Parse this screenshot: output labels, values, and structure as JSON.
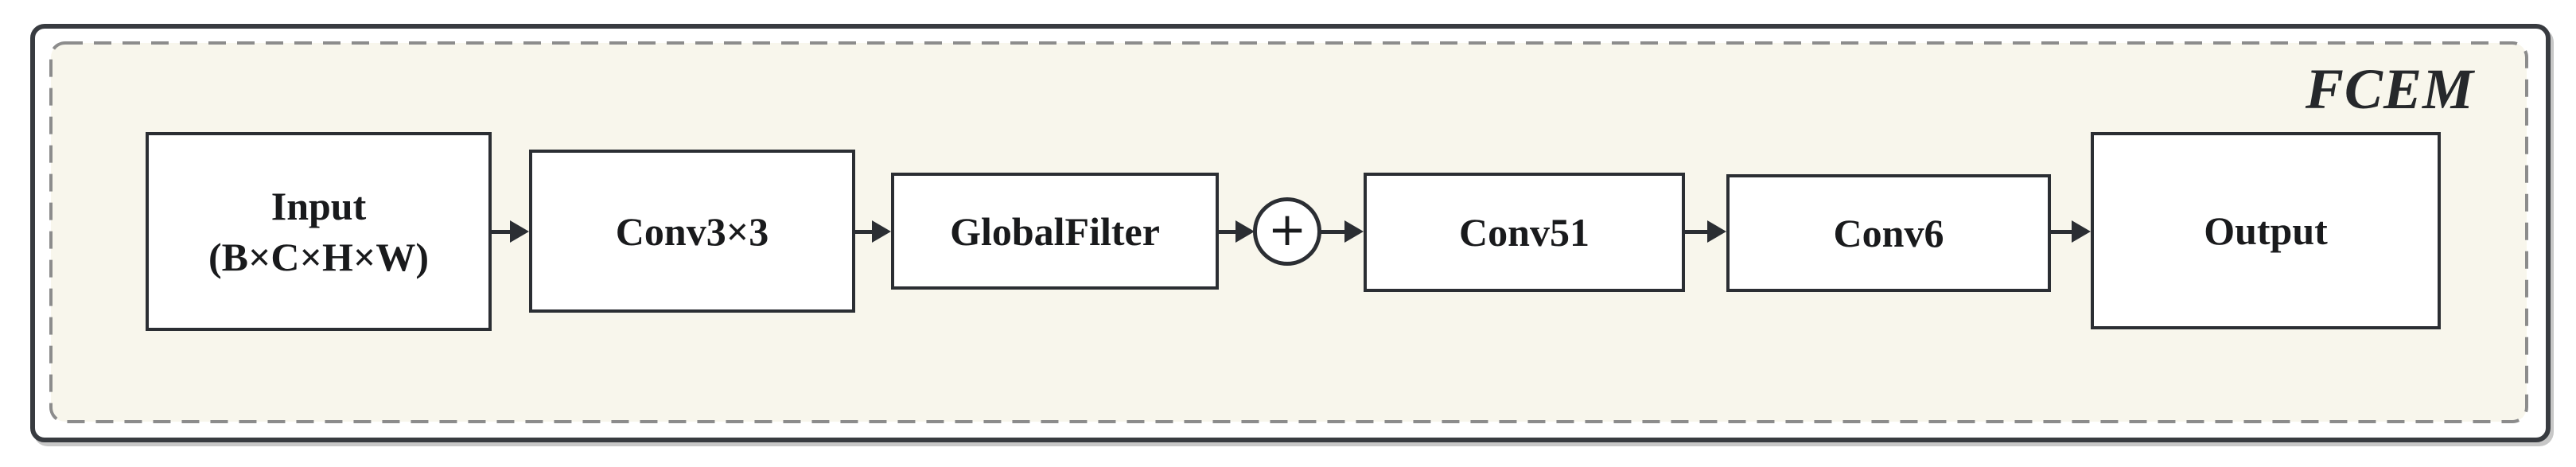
{
  "diagram": {
    "title": "FCEM",
    "nodes": [
      {
        "id": "input",
        "label": "Input",
        "sublabel": "(B×C×H×W)"
      },
      {
        "id": "conv3x3",
        "label": "Conv3×3"
      },
      {
        "id": "globalfilter",
        "label": "GlobalFilter"
      },
      {
        "id": "sum",
        "label": "+"
      },
      {
        "id": "conv51",
        "label": "Conv51"
      },
      {
        "id": "conv6",
        "label": "Conv6"
      },
      {
        "id": "output",
        "label": "Output"
      }
    ],
    "edges": [
      {
        "from": "input",
        "to": "conv3x3"
      },
      {
        "from": "conv3x3",
        "to": "globalfilter"
      },
      {
        "from": "globalfilter",
        "to": "sum"
      },
      {
        "from": "sum",
        "to": "conv51"
      },
      {
        "from": "conv51",
        "to": "conv6"
      },
      {
        "from": "conv6",
        "to": "output"
      }
    ],
    "colors": {
      "canvas_background": "#ffffff",
      "module_background": "#f8f6ec",
      "outer_border": "#383b40",
      "dashed_border": "#8c8c8c",
      "box_fill": "#ffffff",
      "box_border": "#2b2e33",
      "arrow": "#2b2e33",
      "text": "#191a1c"
    }
  }
}
